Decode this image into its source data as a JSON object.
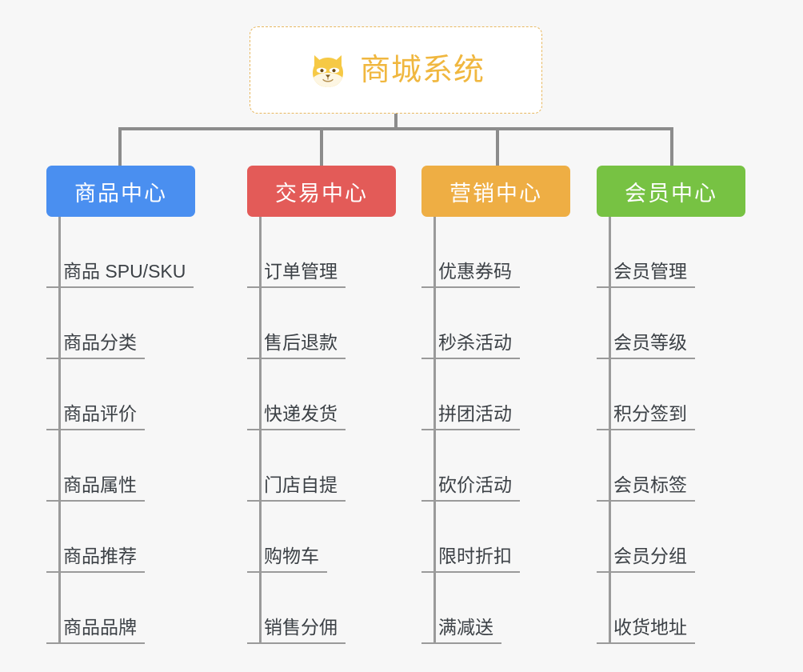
{
  "page": {
    "background_color": "#f7f7f7",
    "title": "商城系统架构图"
  },
  "root": {
    "label": "商城系统",
    "icon": "shiba-dog-icon",
    "text_color": "#f0b73f",
    "border_color": "#e8b860",
    "background_color": "#ffffff"
  },
  "connector": {
    "color": "#8c8c8c"
  },
  "columns": [
    {
      "header": "商品中心",
      "color": "#4a8ff0",
      "items": [
        "商品 SPU/SKU",
        "商品分类",
        "商品评价",
        "商品属性",
        "商品推荐",
        "商品品牌"
      ]
    },
    {
      "header": "交易中心",
      "color": "#e35b58",
      "items": [
        "订单管理",
        "售后退款",
        "快递发货",
        "门店自提",
        "购物车",
        "销售分佣"
      ]
    },
    {
      "header": "营销中心",
      "color": "#eeae44",
      "items": [
        "优惠券码",
        "秒杀活动",
        "拼团活动",
        "砍价活动",
        "限时折扣",
        "满减送"
      ]
    },
    {
      "header": "会员中心",
      "color": "#77c243",
      "items": [
        "会员管理",
        "会员等级",
        "积分签到",
        "会员标签",
        "会员分组",
        "收货地址"
      ]
    }
  ]
}
